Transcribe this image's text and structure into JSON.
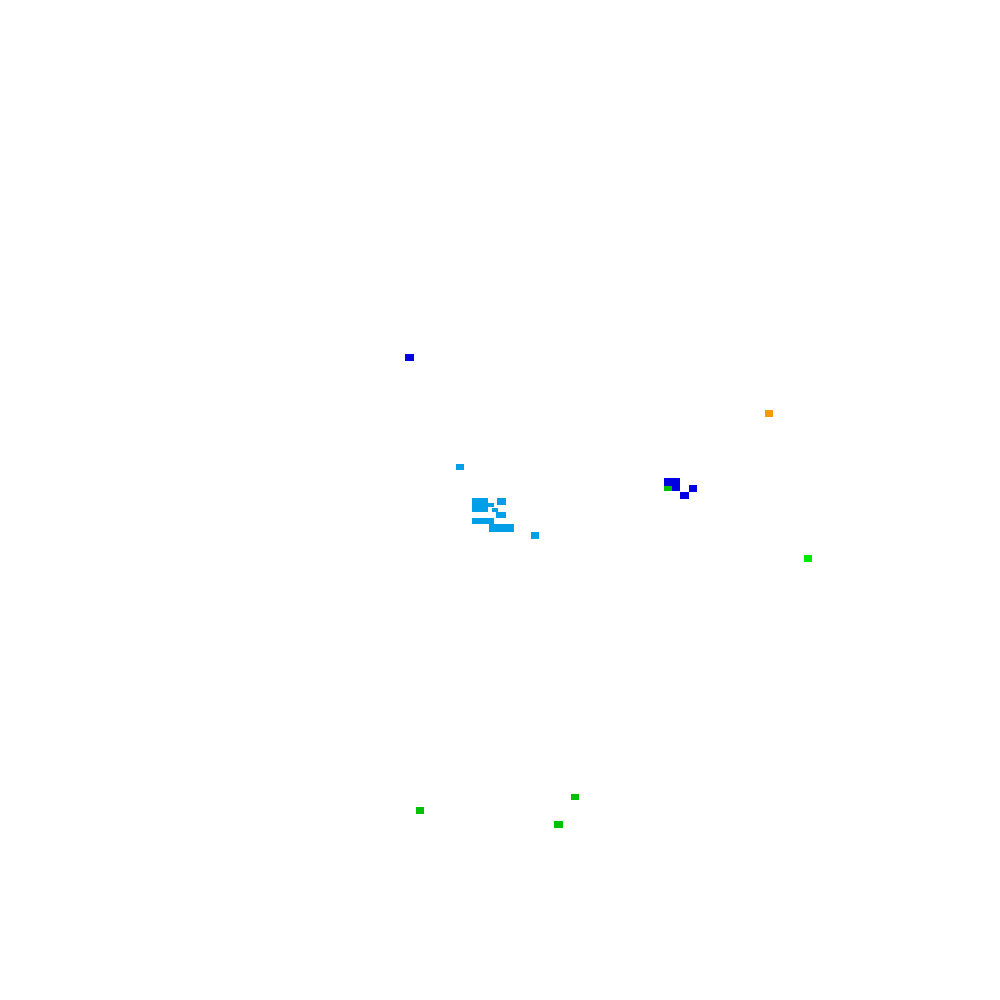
{
  "palette": {
    "background": "#ffffff",
    "dark_blue": "#0000e0",
    "light_blue": "#009fe8",
    "orange": "#f59a00",
    "green": "#00c000",
    "bright_green": "#00e800"
  },
  "clusters": [
    {
      "name": "dark-blue-dot-upper-left",
      "color_key": "dark_blue"
    },
    {
      "name": "orange-dot",
      "color_key": "orange"
    },
    {
      "name": "light-blue-dot-single",
      "color_key": "light_blue"
    },
    {
      "name": "light-blue-cluster",
      "color_key": "light_blue"
    },
    {
      "name": "light-blue-dot-lower",
      "color_key": "light_blue"
    },
    {
      "name": "dark-blue-cluster-right",
      "color_key": "dark_blue"
    },
    {
      "name": "green-dot-in-blue-cluster",
      "color_key": "green"
    },
    {
      "name": "bright-green-dot-right",
      "color_key": "bright_green"
    },
    {
      "name": "green-dot-lower-left",
      "color_key": "green"
    },
    {
      "name": "green-dot-lower-middle-top",
      "color_key": "green"
    },
    {
      "name": "green-dot-lower-middle-bottom",
      "color_key": "green"
    }
  ]
}
